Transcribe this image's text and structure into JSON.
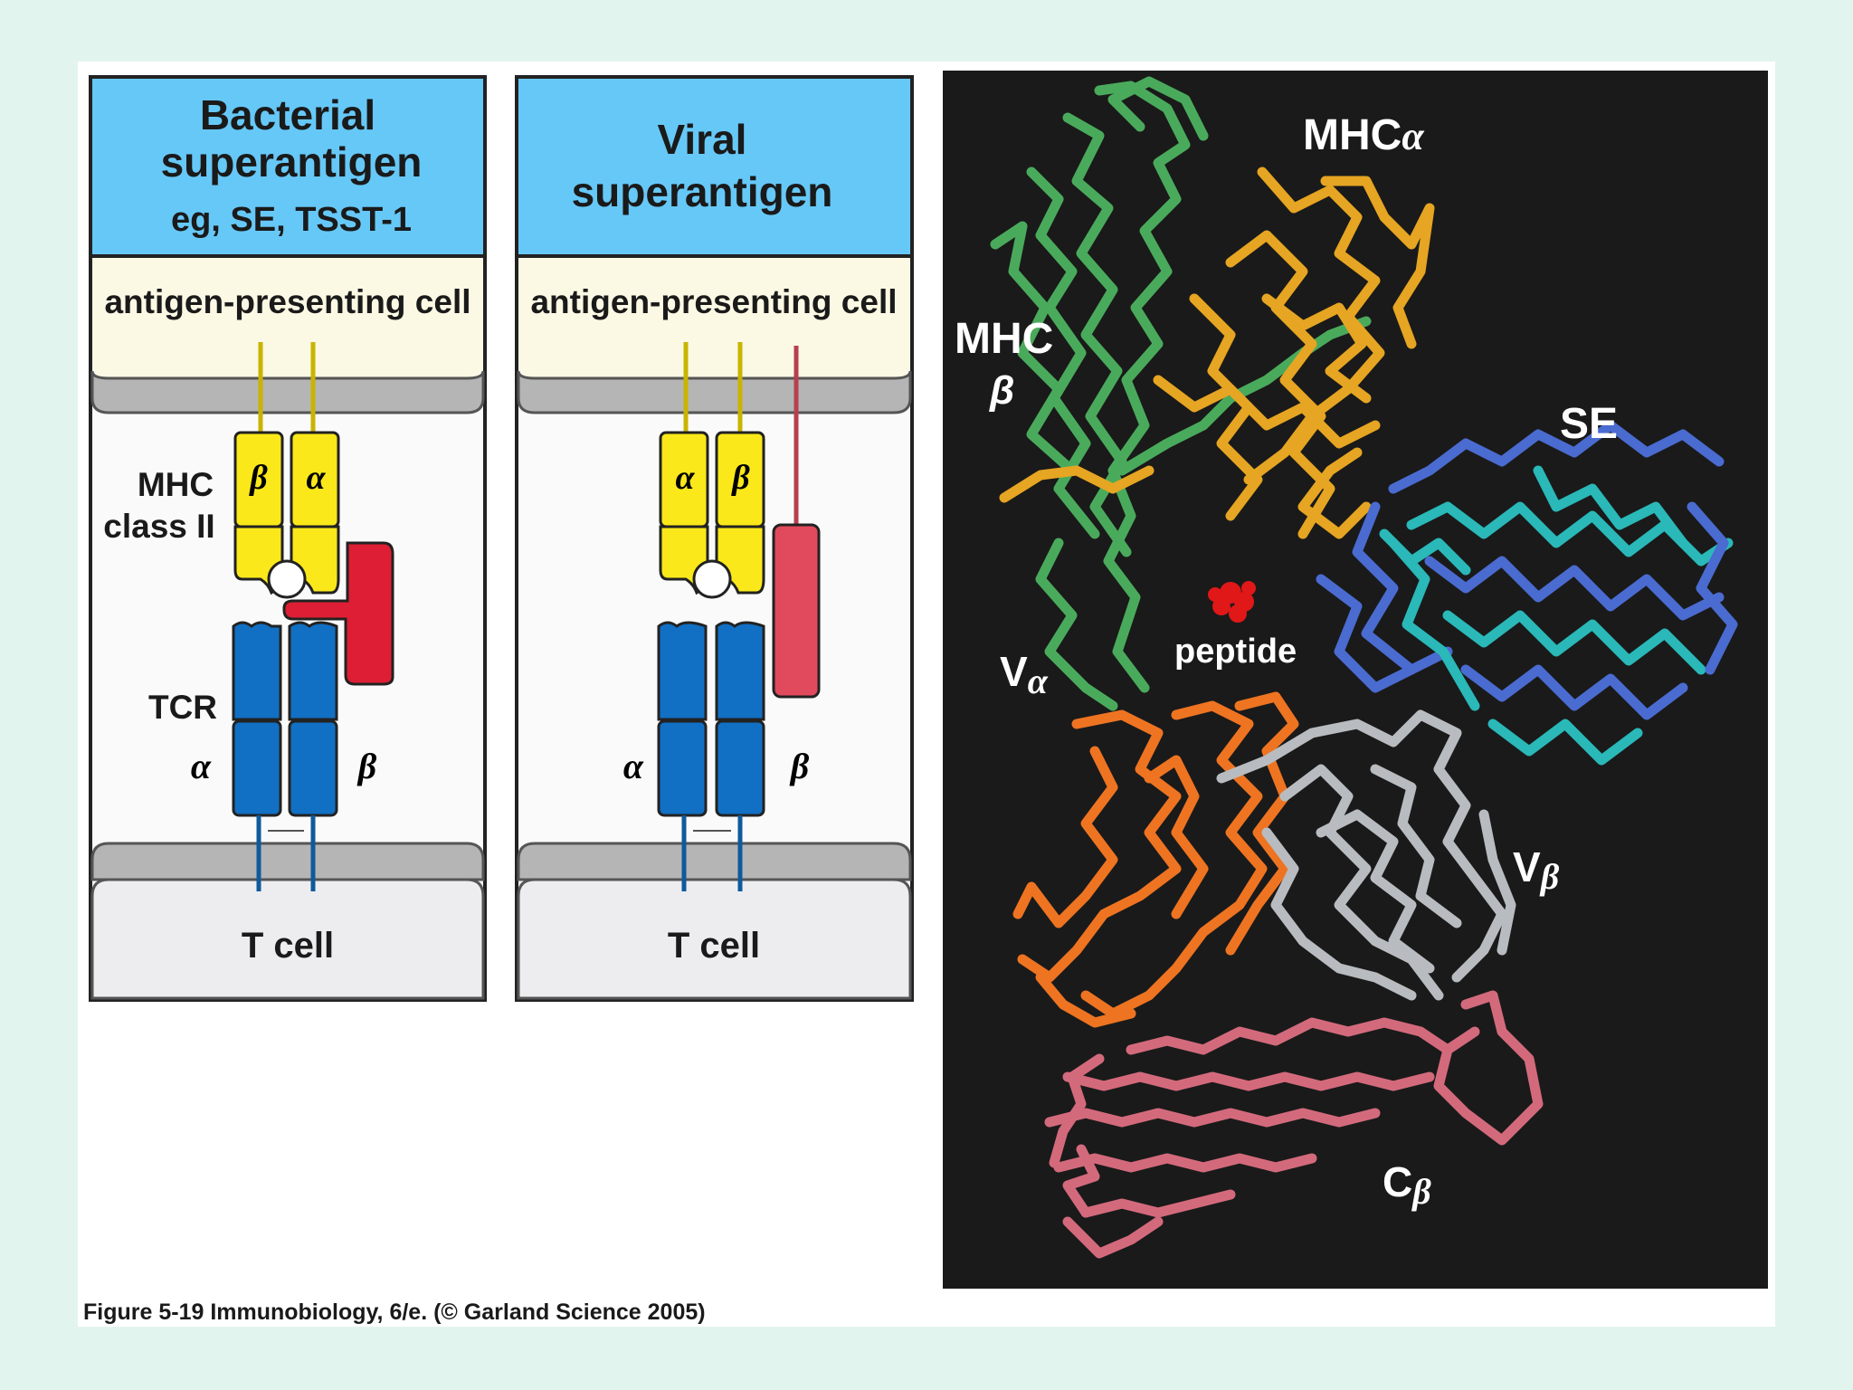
{
  "colors": {
    "page_bg": "#e2f4ee",
    "header_blue": "#66c8f7",
    "apc_cream": "#fbf8e4",
    "membrane_gray": "#b5b5b5",
    "mhc_yellow": "#fae81a",
    "tcr_blue": "#1170c4",
    "bacterial_sag_red": "#dd1e34",
    "viral_sag_red": "#e04a5c",
    "structure_bg": "#1a1a1a",
    "mhc_beta_green": "#4aaa5c",
    "mhc_alpha_gold": "#e6a522",
    "se_blue": "#4a6bd0",
    "se_teal": "#2ab8b8",
    "v_alpha_orange": "#ee7422",
    "v_beta_gray": "#b8bcc0",
    "c_beta_pink": "#d36a7c",
    "peptide_red": "#e01818"
  },
  "panel_bacterial": {
    "title_line1": "Bacterial",
    "title_line2": "superantigen",
    "subtitle": "eg, SE,  TSST-1",
    "apc_label": "antigen-presenting cell",
    "mhc_label_line1": "MHC",
    "mhc_label_line2": "class II",
    "mhc_chain_left": "β",
    "mhc_chain_right": "α",
    "tcr_label": "TCR",
    "tcr_alpha": "α",
    "tcr_beta": "β",
    "tcell_label": "T  cell"
  },
  "panel_viral": {
    "title_line1": "Viral",
    "title_line2": "superantigen",
    "apc_label": "antigen-presenting cell",
    "mhc_chain_left": "α",
    "mhc_chain_right": "β",
    "tcr_alpha": "α",
    "tcr_beta": "β",
    "tcell_label": "T  cell"
  },
  "structure": {
    "mhc_alpha_main": "MHC",
    "mhc_alpha_sub": "α",
    "mhc_beta_main": "MHC",
    "mhc_beta_sub": "β",
    "se": "SE",
    "peptide": "peptide",
    "v_alpha_main": "V",
    "v_alpha_sub": "α",
    "v_beta_main": "V",
    "v_beta_sub": "β",
    "c_beta_main": "C",
    "c_beta_sub": "β"
  },
  "caption": "Figure 5-19  Immunobiology, 6/e. (© Garland Science 2005)"
}
